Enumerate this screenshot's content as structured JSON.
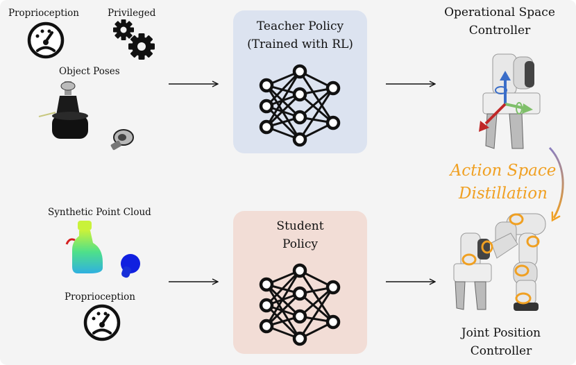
{
  "inputs": {
    "proprioception_top": "Proprioception",
    "privileged": "Privileged",
    "object_poses": "Object Poses",
    "synthetic_point_cloud": "Synthetic Point Cloud",
    "proprioception_bottom": "Proprioception"
  },
  "teacher": {
    "line1": "Teacher Policy",
    "line2": "(Trained with RL)"
  },
  "student": {
    "line1": "Student",
    "line2": "Policy"
  },
  "outputs": {
    "osc_line1": "Operational Space",
    "osc_line2": "Controller",
    "jpc_line1": "Joint Position",
    "jpc_line2": "Controller"
  },
  "distillation": {
    "line1": "Action Space",
    "line2": "Distillation"
  },
  "colors": {
    "teacher_bg": "#dce3f0",
    "student_bg": "#f2ddd6",
    "accent": "#f0a022",
    "arrow": "#111111"
  }
}
